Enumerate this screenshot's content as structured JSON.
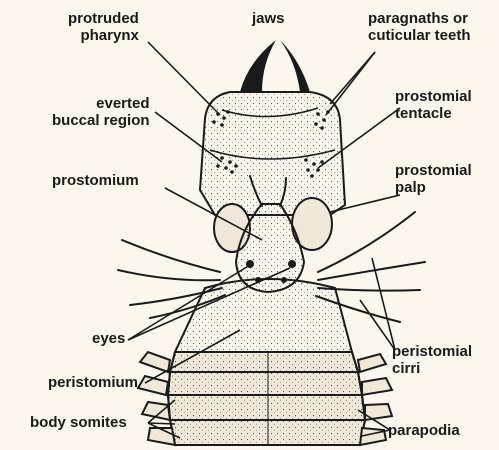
{
  "labels": {
    "jaws": "jaws",
    "protruded_pharynx": [
      "protruded",
      "pharynx"
    ],
    "paragnaths": [
      "paragnaths or",
      "cuticular teeth"
    ],
    "everted_buccal": [
      "everted",
      "buccal region"
    ],
    "prostomial_tentacle": [
      "prostomial",
      "tentacle"
    ],
    "prostomium": "prostomium",
    "prostomial_palp": [
      "prostomial",
      "palp"
    ],
    "eyes": "eyes",
    "peristomium": "peristomium",
    "peristomial_cirri": [
      "peristomial",
      "cirri"
    ],
    "body_somites": "body somites",
    "parapodia": "parapodia"
  },
  "colors": {
    "ink": "#1a1a1a",
    "paper": "#fbf7ee",
    "body": "#efe8d8"
  }
}
